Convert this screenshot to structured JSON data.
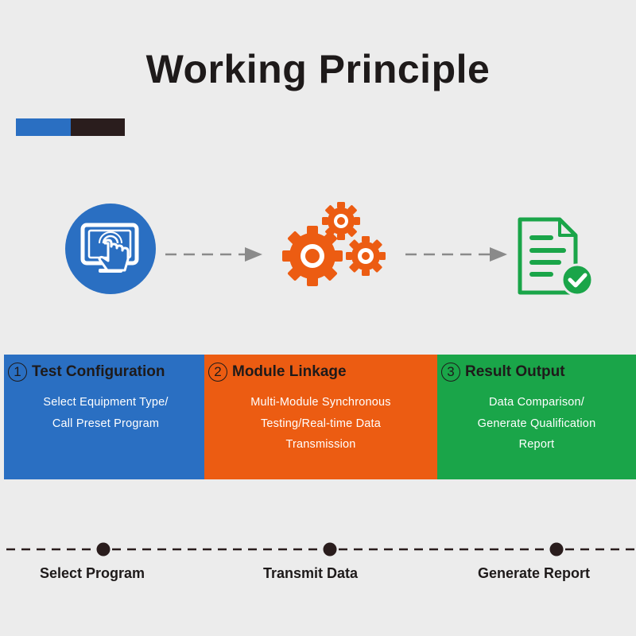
{
  "title": "Working Principle",
  "colors": {
    "blue": "#2a6fc2",
    "orange": "#ec5c12",
    "green": "#1aa549",
    "dark": "#2a1d1d",
    "background": "#ececec",
    "arrow": "#8a8a8a"
  },
  "icons": [
    "touch-monitor-icon",
    "gears-icon",
    "report-check-icon"
  ],
  "steps": [
    {
      "number": "1",
      "title": "Test Configuration",
      "description_lines": [
        "Select Equipment Type/",
        "Call Preset Program"
      ]
    },
    {
      "number": "2",
      "title": "Module Linkage",
      "description_lines": [
        "Multi-Module Synchronous",
        "Testing/Real-time Data",
        "Transmission"
      ]
    },
    {
      "number": "3",
      "title": "Result Output",
      "description_lines": [
        "Data Comparison/",
        "Generate Qualification",
        "Report"
      ]
    }
  ],
  "timeline": [
    "Select Program",
    "Transmit Data",
    "Generate Report"
  ]
}
